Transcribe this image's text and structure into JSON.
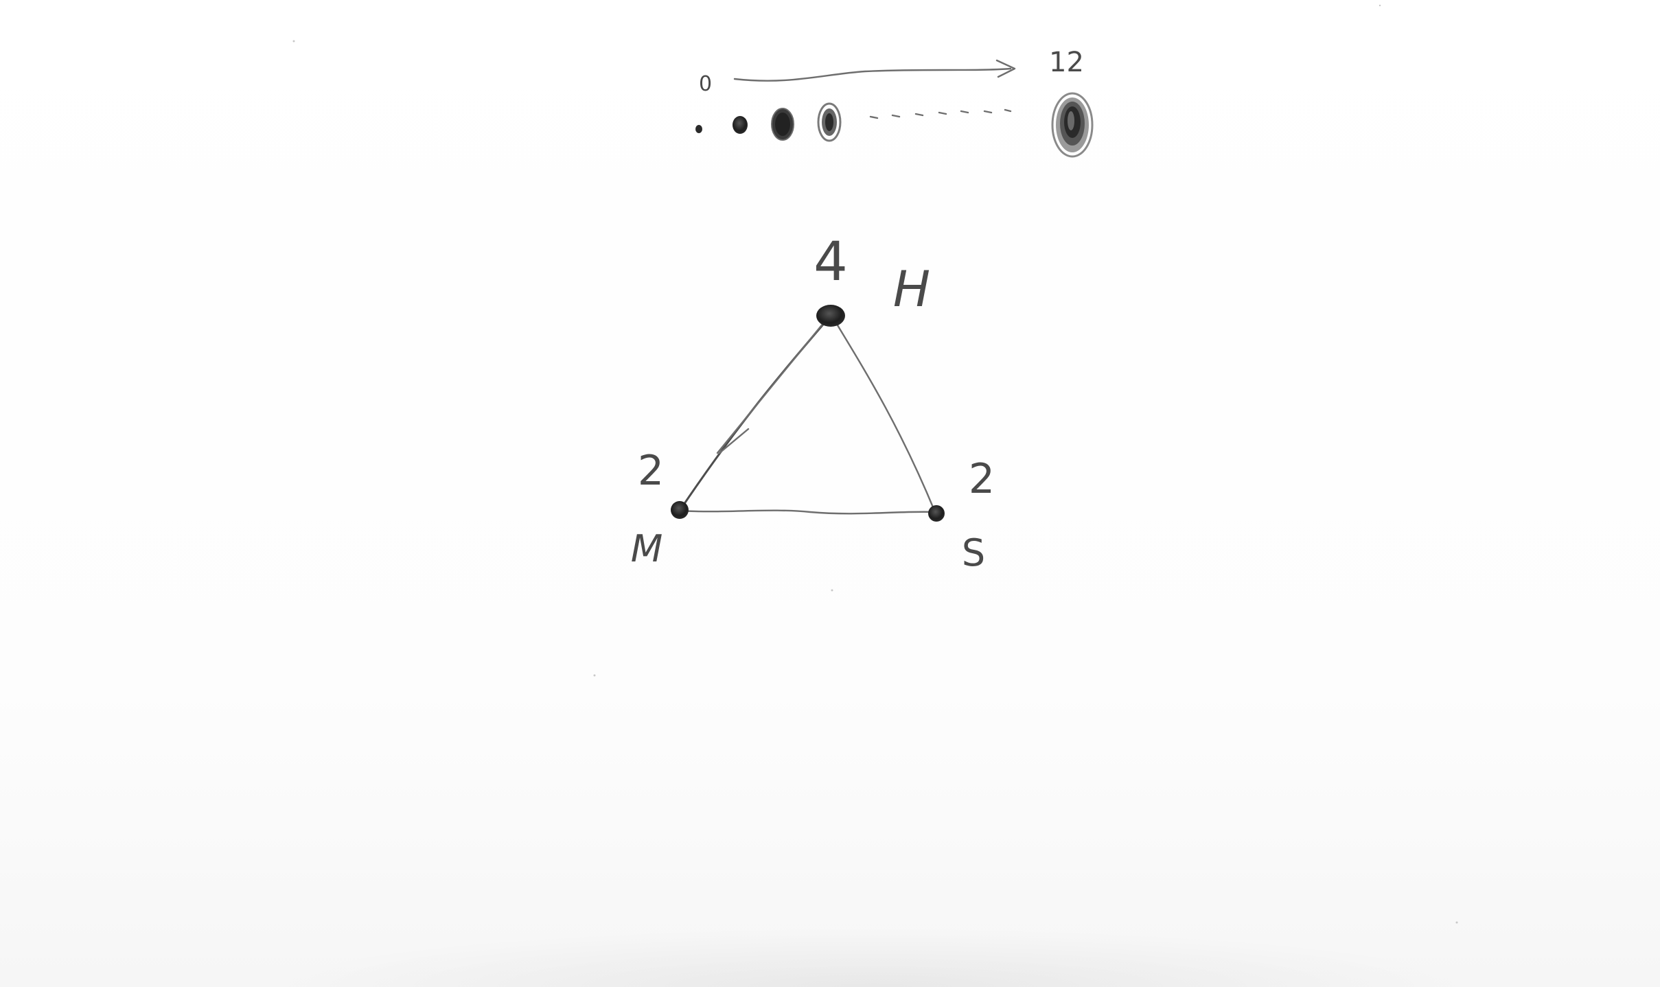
{
  "legend": {
    "min_label": "0",
    "max_label": "12"
  },
  "nodes": [
    {
      "id": "H",
      "label": "H",
      "value": "4"
    },
    {
      "id": "M",
      "label": "M",
      "value": "2"
    },
    {
      "id": "S",
      "label": "S",
      "value": "2"
    }
  ],
  "edges": [
    {
      "from": "H",
      "to": "M"
    },
    {
      "from": "H",
      "to": "S"
    },
    {
      "from": "M",
      "to": "S"
    }
  ]
}
